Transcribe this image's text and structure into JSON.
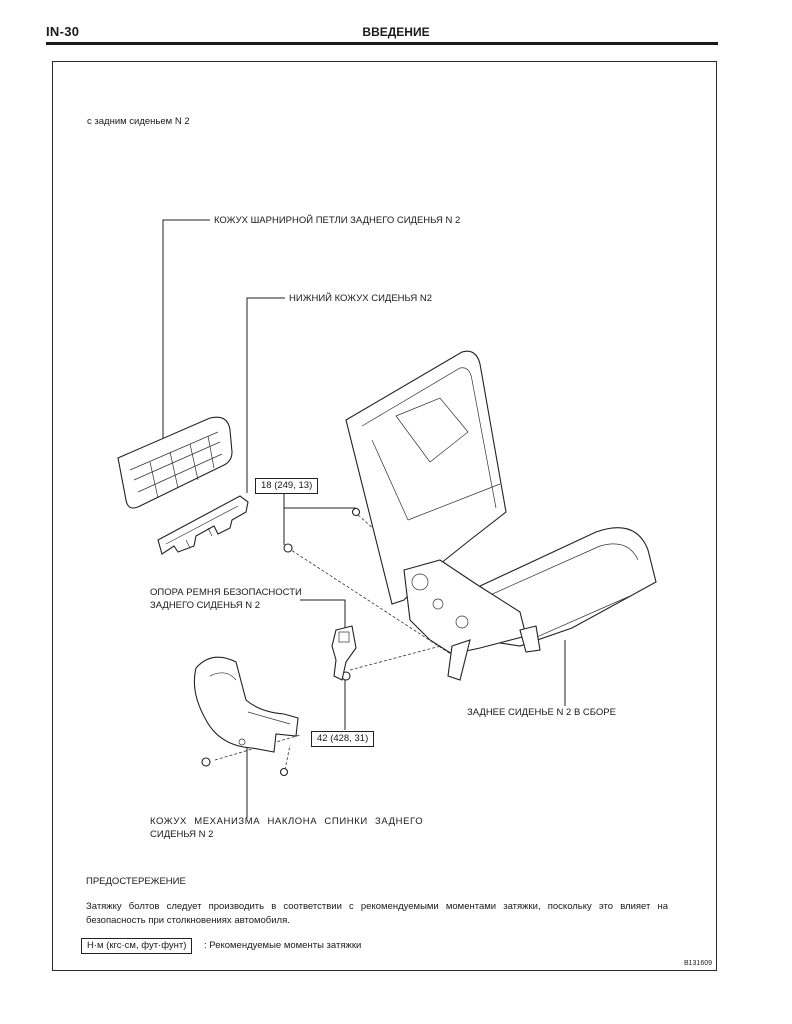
{
  "header": {
    "page_number": "IN-30",
    "section_title": "ВВЕДЕНИЕ"
  },
  "diagram": {
    "variant_note": "с задним сиденьем N 2",
    "labels": {
      "hinge_cover": "КОЖУХ ШАРНИРНОЙ ПЕТЛИ ЗАДНЕГО СИДЕНЬЯ N 2",
      "lower_cover": "НИЖНИЙ КОЖУХ СИДЕНЬЯ N2",
      "belt_anchor_line1": "ОПОРА РЕМНЯ БЕЗОПАСНОСТИ",
      "belt_anchor_line2": "ЗАДНЕГО СИДЕНЬЯ N 2",
      "seat_assembly": "ЗАДНЕЕ СИДЕНЬЕ N 2 В СБОРЕ",
      "recliner_cover_line1": "КОЖУХ МЕХАНИЗМА НАКЛОНА СПИНКИ ЗАДНЕГО",
      "recliner_cover_line2": "СИДЕНЬЯ N 2"
    },
    "torque_upper": "18 (249, 13)",
    "torque_lower": "42 (428, 31)"
  },
  "caution": {
    "title": "ПРЕДОСТЕРЕЖЕНИЕ",
    "text": "Затяжку болтов следует производить в соответствии с рекомендуемыми моментами затяжки, поскольку это влияет на безопасность при столкновениях автомобиля."
  },
  "legend": {
    "unit_box": "Н·м (кгс·см, фут·фунт)",
    "unit_desc": ": Рекомендуемые моменты затяжки"
  },
  "doc_code": "B131609"
}
